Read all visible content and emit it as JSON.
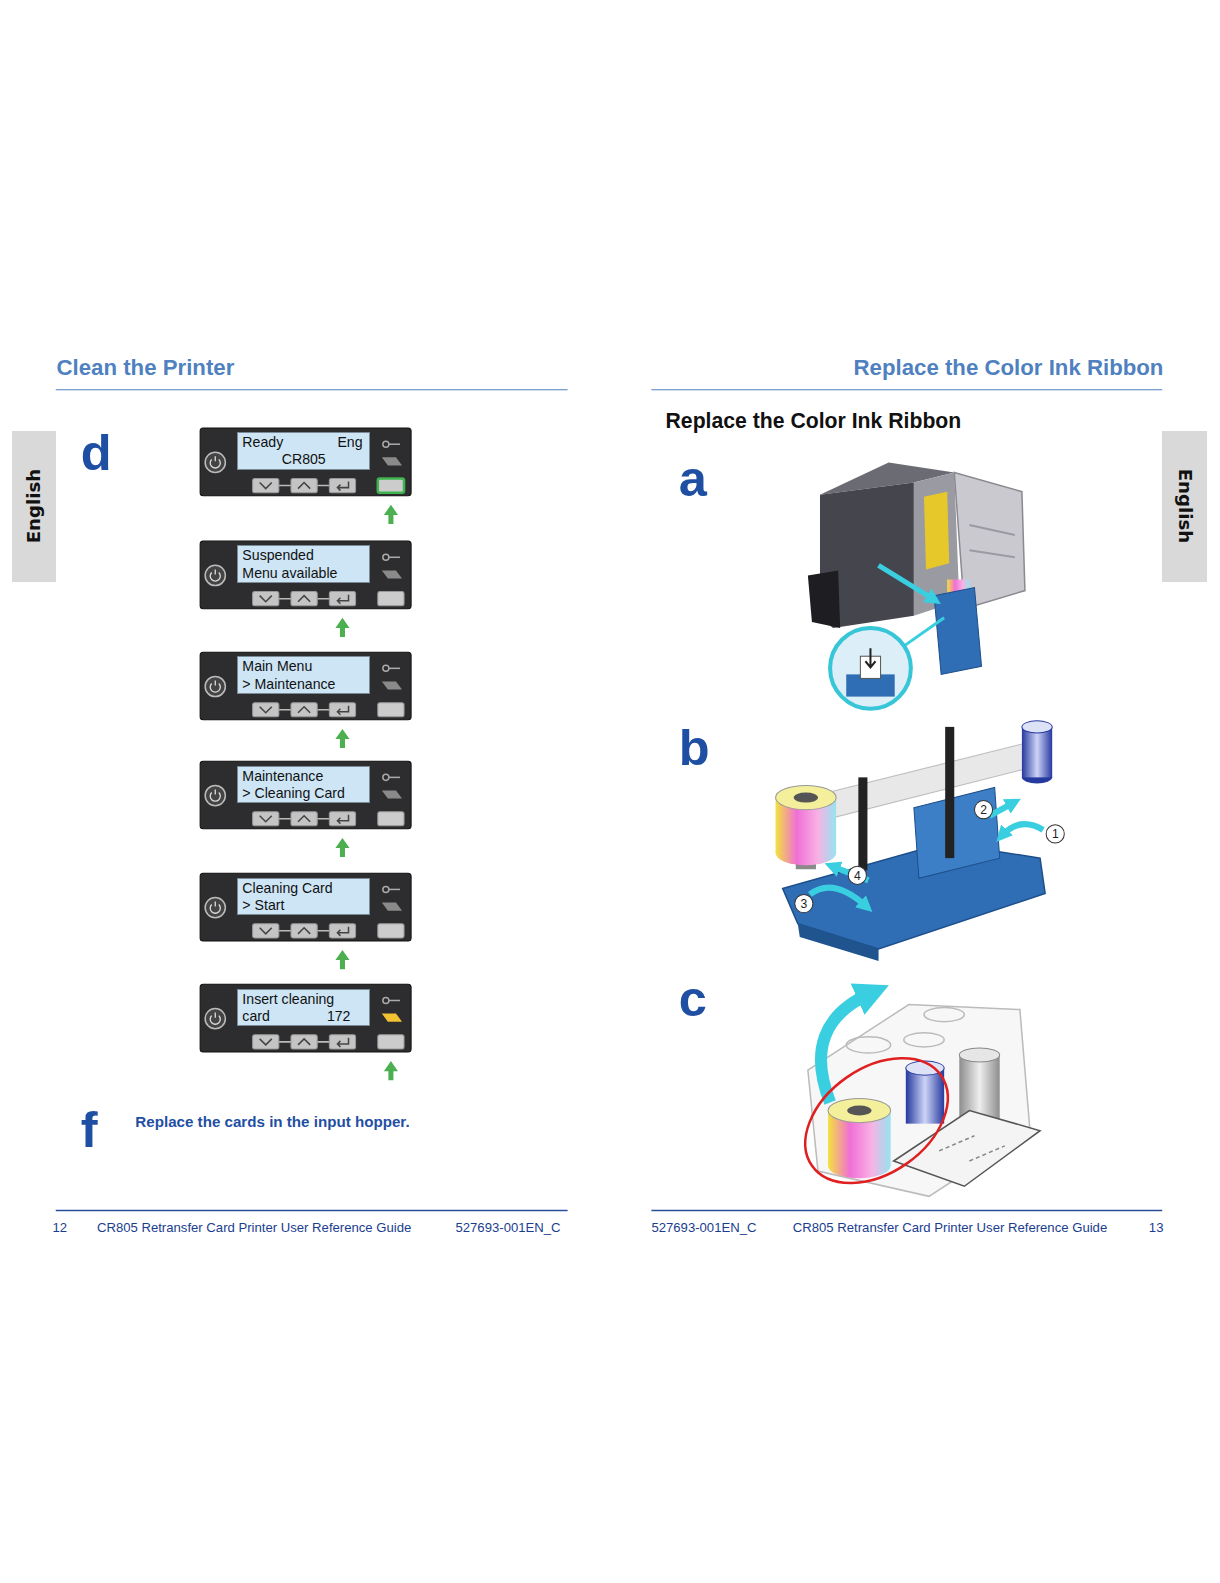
{
  "diagram": {
    "nodes": [
      {
        "text": [
          "English"
        ]
      },
      {
        "text": [
          "Ready",
          "Eng",
          "CR805"
        ]
      },
      {
        "text": [
          "Suspended",
          "Menu available"
        ]
      },
      {
        "text": [
          "Main Menu",
          "> Maintenance"
        ]
      },
      {
        "text": [
          "Maintenance",
          "> Cleaning Card"
        ]
      },
      {
        "text": [
          "Cleaning Card",
          "> Start"
        ]
      },
      {
        "text": [
          "Insert cleaning",
          "card",
          "172"
        ]
      },
      {
        "text": [
          "English"
        ]
      }
    ],
    "labels": [
      "Clean the Printer",
      "d",
      "f",
      "Replace the cards in the input hopper.",
      "12",
      "CR805 Retransfer Card Printer User Reference Guide",
      "527693-001EN_C",
      "Replace the Color Ink Ribbon",
      "Replace the Color Ink Ribbon",
      "a",
      "b",
      "c",
      "2",
      "1",
      "4",
      "3",
      "527693-001EN_C",
      "CR805 Retransfer Card Printer User Reference Guide",
      "13"
    ]
  }
}
